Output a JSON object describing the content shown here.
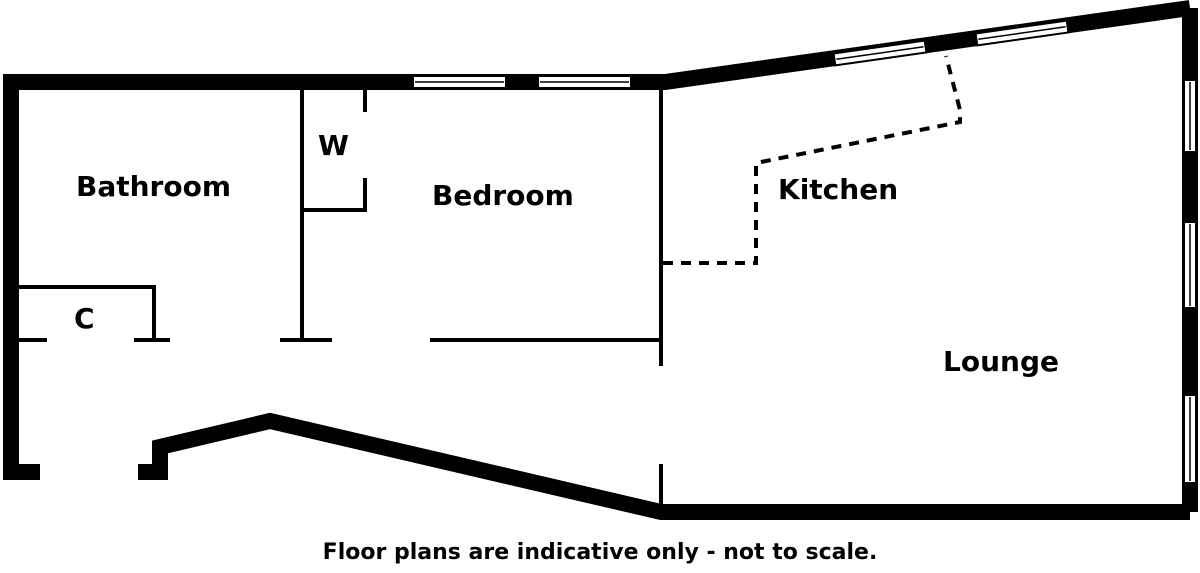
{
  "rooms": {
    "bathroom": "Bathroom",
    "wardrobe": "W",
    "bedroom": "Bedroom",
    "kitchen": "Kitchen",
    "cupboard": "C",
    "lounge": "Lounge"
  },
  "disclaimer": "Floor plans are indicative only - not to scale."
}
